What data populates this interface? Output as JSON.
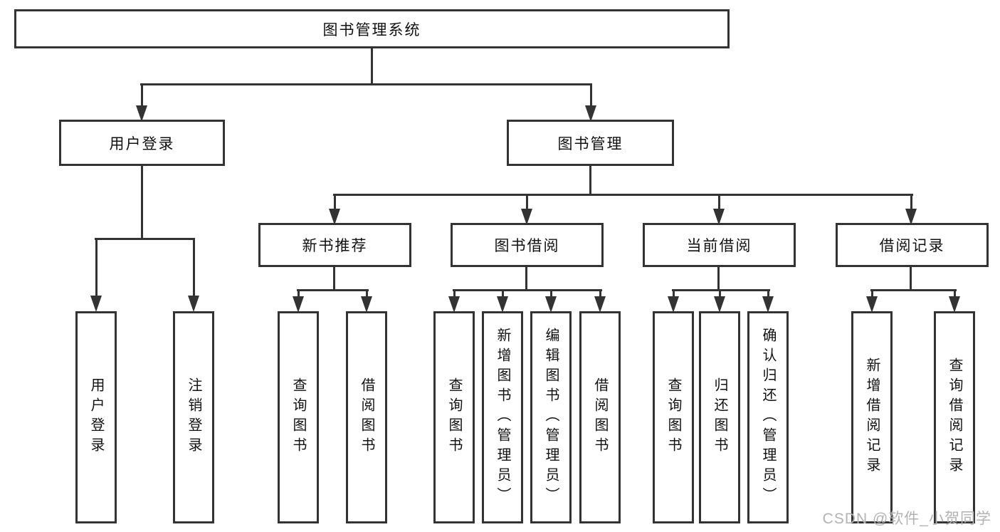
{
  "diagram_title": "图书管理系统",
  "tree": {
    "label": "图书管理系统",
    "children": [
      {
        "label": "用户登录",
        "children": [
          {
            "label": "用户登录"
          },
          {
            "label": "注销登录"
          }
        ]
      },
      {
        "label": "图书管理",
        "children": [
          {
            "label": "新书推荐",
            "children": [
              {
                "label": "查询图书"
              },
              {
                "label": "借阅图书"
              }
            ]
          },
          {
            "label": "图书借阅",
            "children": [
              {
                "label": "查询图书"
              },
              {
                "label": "新增图书（管理员）"
              },
              {
                "label": "编辑图书（管理员）"
              },
              {
                "label": "借阅图书"
              }
            ]
          },
          {
            "label": "当前借阅",
            "children": [
              {
                "label": "查询图书"
              },
              {
                "label": "归还图书"
              },
              {
                "label": "确认归还（管理员）"
              }
            ]
          },
          {
            "label": "借阅记录",
            "children": [
              {
                "label": "新增借阅记录"
              },
              {
                "label": "查询借阅记录"
              }
            ]
          }
        ]
      }
    ]
  },
  "watermark": {
    "text": "CSDN @软件_小贺同学"
  },
  "colors": {
    "line": "#333333",
    "box_fill": "#ffffff",
    "text": "#111111",
    "watermark": "#b2b2b2",
    "background": "#ffffff"
  }
}
